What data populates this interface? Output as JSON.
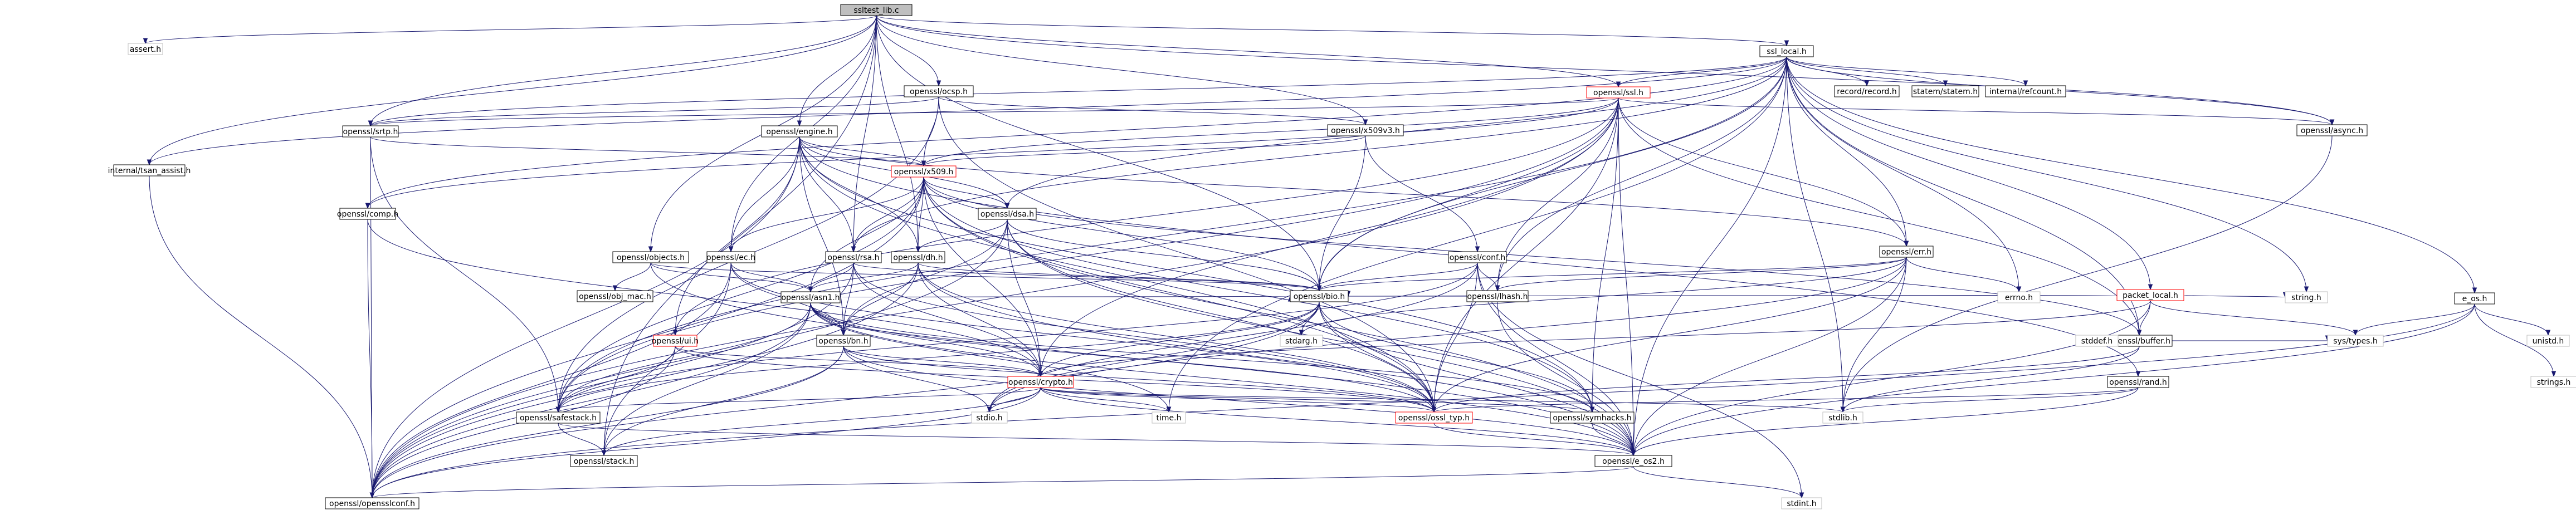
{
  "graph": {
    "nodes": [
      {
        "id": "root",
        "label": "ssltest_lib.c",
        "kind": "root"
      },
      {
        "id": "assert",
        "label": "assert.h",
        "kind": "ext"
      },
      {
        "id": "ssl_local",
        "label": "ssl_local.h",
        "kind": "doc"
      },
      {
        "id": "ocsp",
        "label": "openssl/ocsp.h",
        "kind": "doc"
      },
      {
        "id": "ssl",
        "label": "openssl/ssl.h",
        "kind": "red"
      },
      {
        "id": "engine",
        "label": "openssl/engine.h",
        "kind": "doc"
      },
      {
        "id": "x509v3",
        "label": "openssl/x509v3.h",
        "kind": "doc"
      },
      {
        "id": "srtp",
        "label": "openssl/srtp.h",
        "kind": "doc"
      },
      {
        "id": "tsan",
        "label": "internal/tsan_assist.h",
        "kind": "doc"
      },
      {
        "id": "record",
        "label": "record/record.h",
        "kind": "doc"
      },
      {
        "id": "statem",
        "label": "statem/statem.h",
        "kind": "doc"
      },
      {
        "id": "refcount",
        "label": "internal/refcount.h",
        "kind": "doc"
      },
      {
        "id": "async",
        "label": "openssl/async.h",
        "kind": "doc"
      },
      {
        "id": "e_os",
        "label": "e_os.h",
        "kind": "doc"
      },
      {
        "id": "x509",
        "label": "openssl/x509.h",
        "kind": "red"
      },
      {
        "id": "comp",
        "label": "openssl/comp.h",
        "kind": "doc"
      },
      {
        "id": "rsa",
        "label": "openssl/rsa.h",
        "kind": "doc"
      },
      {
        "id": "dsa",
        "label": "openssl/dsa.h",
        "kind": "doc"
      },
      {
        "id": "dh",
        "label": "openssl/dh.h",
        "kind": "doc"
      },
      {
        "id": "conf",
        "label": "openssl/conf.h",
        "kind": "doc"
      },
      {
        "id": "err",
        "label": "openssl/err.h",
        "kind": "doc"
      },
      {
        "id": "packet",
        "label": "packet_local.h",
        "kind": "red"
      },
      {
        "id": "objects",
        "label": "openssl/objects.h",
        "kind": "doc"
      },
      {
        "id": "obj_mac",
        "label": "openssl/obj_mac.h",
        "kind": "doc"
      },
      {
        "id": "ec",
        "label": "openssl/ec.h",
        "kind": "doc"
      },
      {
        "id": "asn1",
        "label": "openssl/asn1.h",
        "kind": "doc"
      },
      {
        "id": "lhash",
        "label": "openssl/lhash.h",
        "kind": "doc"
      },
      {
        "id": "bio",
        "label": "openssl/bio.h",
        "kind": "doc"
      },
      {
        "id": "buffer",
        "label": "openssl/buffer.h",
        "kind": "doc"
      },
      {
        "id": "bn",
        "label": "openssl/bn.h",
        "kind": "doc"
      },
      {
        "id": "ui",
        "label": "openssl/ui.h",
        "kind": "red"
      },
      {
        "id": "crypto",
        "label": "openssl/crypto.h",
        "kind": "red"
      },
      {
        "id": "rand",
        "label": "openssl/rand.h",
        "kind": "doc"
      },
      {
        "id": "safestack",
        "label": "openssl/safestack.h",
        "kind": "doc"
      },
      {
        "id": "ossl_typ",
        "label": "openssl/ossl_typ.h",
        "kind": "red"
      },
      {
        "id": "symhacks",
        "label": "openssl/symhacks.h",
        "kind": "doc"
      },
      {
        "id": "stack",
        "label": "openssl/stack.h",
        "kind": "doc"
      },
      {
        "id": "e_os2",
        "label": "openssl/e_os2.h",
        "kind": "doc"
      },
      {
        "id": "opensslconf",
        "label": "openssl/opensslconf.h",
        "kind": "doc"
      },
      {
        "id": "stdarg",
        "label": "stdarg.h",
        "kind": "ext"
      },
      {
        "id": "stdio",
        "label": "stdio.h",
        "kind": "ext"
      },
      {
        "id": "time",
        "label": "time.h",
        "kind": "ext"
      },
      {
        "id": "stdlib",
        "label": "stdlib.h",
        "kind": "ext"
      },
      {
        "id": "stddef",
        "label": "stddef.h",
        "kind": "ext"
      },
      {
        "id": "errno",
        "label": "errno.h",
        "kind": "ext"
      },
      {
        "id": "string",
        "label": "string.h",
        "kind": "ext"
      },
      {
        "id": "systypes",
        "label": "sys/types.h",
        "kind": "ext"
      },
      {
        "id": "unistd",
        "label": "unistd.h",
        "kind": "ext"
      },
      {
        "id": "strings",
        "label": "strings.h",
        "kind": "ext"
      },
      {
        "id": "stdint",
        "label": "stdint.h",
        "kind": "ext"
      }
    ],
    "edges": [
      [
        "root",
        "assert"
      ],
      [
        "root",
        "ssl_local"
      ],
      [
        "root",
        "ocsp"
      ],
      [
        "root",
        "ssl"
      ],
      [
        "root",
        "engine"
      ],
      [
        "root",
        "x509v3"
      ],
      [
        "root",
        "srtp"
      ],
      [
        "root",
        "tsan"
      ],
      [
        "root",
        "async"
      ],
      [
        "root",
        "dh"
      ],
      [
        "root",
        "rsa"
      ],
      [
        "root",
        "objects"
      ],
      [
        "root",
        "ec"
      ],
      [
        "root",
        "bio"
      ],
      [
        "root",
        "stack"
      ],
      [
        "ssl_local",
        "record"
      ],
      [
        "ssl_local",
        "statem"
      ],
      [
        "ssl_local",
        "refcount"
      ],
      [
        "ssl_local",
        "async"
      ],
      [
        "ssl_local",
        "e_os"
      ],
      [
        "ssl_local",
        "ssl"
      ],
      [
        "ssl_local",
        "err"
      ],
      [
        "ssl_local",
        "buffer"
      ],
      [
        "ssl_local",
        "packet"
      ],
      [
        "ssl_local",
        "string"
      ],
      [
        "ssl_local",
        "errno"
      ],
      [
        "ssl_local",
        "srtp"
      ],
      [
        "ssl_local",
        "comp"
      ],
      [
        "ssl_local",
        "dsa"
      ],
      [
        "ssl_local",
        "lhash"
      ],
      [
        "ssl_local",
        "time"
      ],
      [
        "ssl_local",
        "stdlib"
      ],
      [
        "ssl_local",
        "rsa"
      ],
      [
        "ssl_local",
        "safestack"
      ],
      [
        "ssl_local",
        "bio"
      ],
      [
        "ssl_local",
        "e_os2"
      ],
      [
        "ssl_local",
        "tsan"
      ],
      [
        "ocsp",
        "srtp"
      ],
      [
        "ocsp",
        "x509"
      ],
      [
        "ocsp",
        "x509v3"
      ],
      [
        "ocsp",
        "safestack"
      ],
      [
        "ocsp",
        "ossl_typ"
      ],
      [
        "ssl",
        "srtp"
      ],
      [
        "ssl",
        "comp"
      ],
      [
        "ssl",
        "x509"
      ],
      [
        "ssl",
        "async"
      ],
      [
        "ssl",
        "err"
      ],
      [
        "ssl",
        "lhash"
      ],
      [
        "ssl",
        "buffer"
      ],
      [
        "ssl",
        "pem"
      ],
      [
        "ssl",
        "ossl_typ"
      ],
      [
        "ssl",
        "crypto"
      ],
      [
        "ssl",
        "symhacks"
      ],
      [
        "ssl",
        "bio"
      ],
      [
        "ssl",
        "e_os2"
      ],
      [
        "ssl",
        "opensslconf"
      ],
      [
        "ssl",
        "safestack"
      ],
      [
        "ssl",
        "ui"
      ],
      [
        "engine",
        "x509"
      ],
      [
        "engine",
        "rsa"
      ],
      [
        "engine",
        "dsa"
      ],
      [
        "engine",
        "dh"
      ],
      [
        "engine",
        "ec"
      ],
      [
        "engine",
        "err"
      ],
      [
        "engine",
        "rand"
      ],
      [
        "engine",
        "ui"
      ],
      [
        "engine",
        "symhacks"
      ],
      [
        "engine",
        "ossl_typ"
      ],
      [
        "engine",
        "opensslconf"
      ],
      [
        "engine",
        "bn"
      ],
      [
        "x509v3",
        "x509"
      ],
      [
        "x509v3",
        "conf"
      ],
      [
        "x509v3",
        "bio"
      ],
      [
        "srtp",
        "x509"
      ],
      [
        "srtp",
        "opensslconf"
      ],
      [
        "srtp",
        "safestack"
      ],
      [
        "tsan",
        "opensslconf"
      ],
      [
        "e_os",
        "systypes"
      ],
      [
        "e_os",
        "unistd"
      ],
      [
        "e_os",
        "strings"
      ],
      [
        "e_os",
        "e_os2"
      ],
      [
        "e_os",
        "opensslconf"
      ],
      [
        "async",
        "stdlib"
      ],
      [
        "x509",
        "ec"
      ],
      [
        "x509",
        "rsa"
      ],
      [
        "x509",
        "dsa"
      ],
      [
        "x509",
        "dh"
      ],
      [
        "x509",
        "bio"
      ],
      [
        "x509",
        "evp"
      ],
      [
        "x509",
        "asn1"
      ],
      [
        "x509",
        "buffer"
      ],
      [
        "x509",
        "symhacks"
      ],
      [
        "x509",
        "ossl_typ"
      ],
      [
        "x509",
        "e_os2"
      ],
      [
        "x509",
        "opensslconf"
      ],
      [
        "x509",
        "safestack"
      ],
      [
        "x509",
        "sha"
      ],
      [
        "x509",
        "crypto"
      ],
      [
        "comp",
        "crypto"
      ],
      [
        "comp",
        "opensslconf"
      ],
      [
        "rsa",
        "asn1"
      ],
      [
        "rsa",
        "bio"
      ],
      [
        "rsa",
        "crypto"
      ],
      [
        "rsa",
        "ossl_typ"
      ],
      [
        "rsa",
        "bn"
      ],
      [
        "rsa",
        "opensslconf"
      ],
      [
        "dsa",
        "dh"
      ],
      [
        "dsa",
        "bio"
      ],
      [
        "dsa",
        "crypto"
      ],
      [
        "dsa",
        "ossl_typ"
      ],
      [
        "dsa",
        "bn"
      ],
      [
        "dsa",
        "opensslconf"
      ],
      [
        "dsa",
        "e_os2"
      ],
      [
        "dh",
        "bio"
      ],
      [
        "dh",
        "asn1"
      ],
      [
        "dh",
        "ossl_typ"
      ],
      [
        "dh",
        "bn"
      ],
      [
        "dh",
        "opensslconf"
      ],
      [
        "dh",
        "e_os2"
      ],
      [
        "dh",
        "crypto"
      ],
      [
        "conf",
        "bio"
      ],
      [
        "conf",
        "lhash"
      ],
      [
        "conf",
        "safestack"
      ],
      [
        "conf",
        "stdio"
      ],
      [
        "conf",
        "ossl_typ"
      ],
      [
        "conf",
        "e_os2"
      ],
      [
        "conf",
        "stdint"
      ],
      [
        "err",
        "bio"
      ],
      [
        "err",
        "lhash"
      ],
      [
        "err",
        "stdio"
      ],
      [
        "err",
        "stdarg"
      ],
      [
        "err",
        "ossl_typ"
      ],
      [
        "err",
        "e_os2"
      ],
      [
        "err",
        "errno"
      ],
      [
        "err",
        "stdlib"
      ],
      [
        "packet",
        "string"
      ],
      [
        "packet",
        "systypes"
      ],
      [
        "packet",
        "crypto"
      ],
      [
        "packet",
        "e_os2"
      ],
      [
        "packet",
        "buffer"
      ],
      [
        "packet",
        "bio"
      ],
      [
        "objects",
        "obj_mac"
      ],
      [
        "objects",
        "bio"
      ],
      [
        "objects",
        "asn1"
      ],
      [
        "objects",
        "e_os2"
      ],
      [
        "ec",
        "asn1"
      ],
      [
        "ec",
        "bn"
      ],
      [
        "ec",
        "opensslconf"
      ],
      [
        "ec",
        "ossl_typ"
      ],
      [
        "ec",
        "stack"
      ],
      [
        "asn1",
        "bio"
      ],
      [
        "asn1",
        "bn"
      ],
      [
        "asn1",
        "time"
      ],
      [
        "asn1",
        "e_os2"
      ],
      [
        "asn1",
        "opensslconf"
      ],
      [
        "asn1",
        "safestack"
      ],
      [
        "asn1",
        "ossl_typ"
      ],
      [
        "asn1",
        "symhacks"
      ],
      [
        "asn1",
        "crypto"
      ],
      [
        "asn1",
        "stack"
      ],
      [
        "lhash",
        "bio"
      ],
      [
        "lhash",
        "e_os2"
      ],
      [
        "bio",
        "crypto"
      ],
      [
        "bio",
        "stdio"
      ],
      [
        "bio",
        "stdarg"
      ],
      [
        "bio",
        "e_os2"
      ],
      [
        "bio",
        "opensslconf"
      ],
      [
        "bio",
        "safestack"
      ],
      [
        "bio",
        "ossl_typ"
      ],
      [
        "bio",
        "symhacks"
      ],
      [
        "buffer",
        "ossl_typ"
      ],
      [
        "buffer",
        "stddef"
      ],
      [
        "buffer",
        "systypes"
      ],
      [
        "buffer",
        "stdlib"
      ],
      [
        "bn",
        "e_os2"
      ],
      [
        "bn",
        "stdio"
      ],
      [
        "bn",
        "opensslconf"
      ],
      [
        "bn",
        "ossl_typ"
      ],
      [
        "bn",
        "crypto"
      ],
      [
        "bn",
        "stack"
      ],
      [
        "ui",
        "crypto"
      ],
      [
        "ui",
        "safestack"
      ],
      [
        "ui",
        "ossl_typ"
      ],
      [
        "ui",
        "opensslconf"
      ],
      [
        "ui",
        "pem"
      ],
      [
        "crypto",
        "stdlib"
      ],
      [
        "crypto",
        "e_os2"
      ],
      [
        "crypto",
        "safestack"
      ],
      [
        "crypto",
        "ossl_typ"
      ],
      [
        "crypto",
        "opensslconf"
      ],
      [
        "crypto",
        "symhacks"
      ],
      [
        "crypto",
        "stack"
      ],
      [
        "crypto",
        "stdio"
      ],
      [
        "crypto",
        "time"
      ],
      [
        "rand",
        "stdlib"
      ],
      [
        "rand",
        "ossl_typ"
      ],
      [
        "rand",
        "e_os2"
      ],
      [
        "safestack",
        "stack"
      ],
      [
        "safestack",
        "e_os2"
      ],
      [
        "ossl_typ",
        "e_os2"
      ],
      [
        "symhacks",
        "e_os2"
      ],
      [
        "e_os2",
        "opensslconf"
      ],
      [
        "e_os2",
        "stdint"
      ]
    ]
  }
}
